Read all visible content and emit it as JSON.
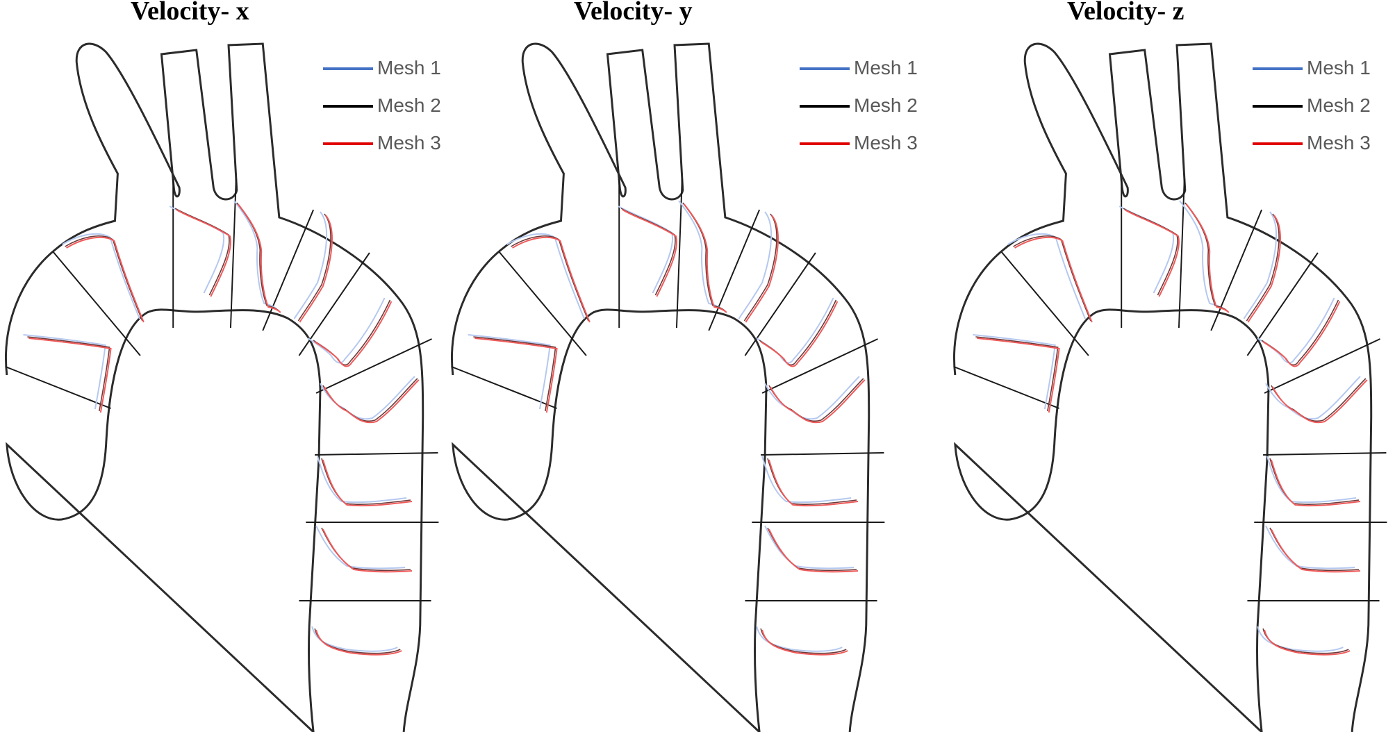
{
  "panels": [
    {
      "title": "Velocity- x"
    },
    {
      "title": "Velocity- y"
    },
    {
      "title": "Velocity- z"
    }
  ],
  "legend": [
    {
      "label": "Mesh 1",
      "color": "#4472c4"
    },
    {
      "label": "Mesh 2",
      "color": "#000000"
    },
    {
      "label": "Mesh 3",
      "color": "#e00000"
    }
  ],
  "profile_colors": {
    "mesh1": "#b4c8f0",
    "mesh2": "#6b3b3b",
    "mesh3": "#f05a5a"
  }
}
